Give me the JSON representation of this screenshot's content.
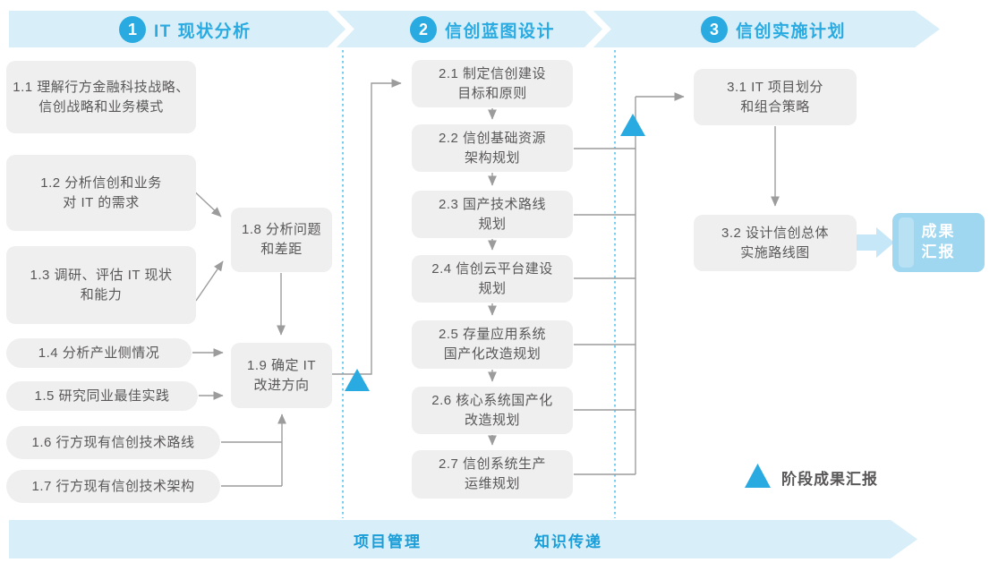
{
  "banners": [
    {
      "number": "1",
      "title": "IT 现状分析"
    },
    {
      "number": "2",
      "title": "信创蓝图设计"
    },
    {
      "number": "3",
      "title": "信创实施计划"
    }
  ],
  "boxes": {
    "b11": {
      "line1": "1.1 理解行方金融科技战略、",
      "line2": "信创战略和业务模式"
    },
    "b12": {
      "line1": "1.2 分析信创和业务",
      "line2": "对 IT 的需求"
    },
    "b13": {
      "line1": "1.3 调研、评估 IT 现状",
      "line2": "和能力"
    },
    "b14": {
      "line1": "1.4 分析产业侧情况"
    },
    "b15": {
      "line1": "1.5 研究同业最佳实践"
    },
    "b16": {
      "line1": "1.6 行方现有信创技术路线"
    },
    "b17": {
      "line1": "1.7 行方现有信创技术架构"
    },
    "b18": {
      "line1": "1.8 分析问题",
      "line2": "和差距"
    },
    "b19": {
      "line1": "1.9 确定 IT",
      "line2": "改进方向"
    },
    "b21": {
      "line1": "2.1 制定信创建设",
      "line2": "目标和原则"
    },
    "b22": {
      "line1": "2.2 信创基础资源",
      "line2": "架构规划"
    },
    "b23": {
      "line1": "2.3 国产技术路线",
      "line2": "规划"
    },
    "b24": {
      "line1": "2.4 信创云平台建设",
      "line2": "规划"
    },
    "b25": {
      "line1": "2.5 存量应用系统",
      "line2": "国产化改造规划"
    },
    "b26": {
      "line1": "2.6 核心系统国产化",
      "line2": "改造规划"
    },
    "b27": {
      "line1": "2.7 信创系统生产",
      "line2": "运维规划"
    },
    "b31": {
      "line1": "3.1 IT 项目划分",
      "line2": "和组合策略"
    },
    "b32": {
      "line1": "3.2 设计信创总体",
      "line2": "实施路线图"
    }
  },
  "result": {
    "line1": "成果",
    "line2": "汇报"
  },
  "legend": {
    "label": "阶段成果汇报"
  },
  "bottom": {
    "left_label": "项目管理",
    "right_label": "知识传递"
  },
  "colors": {
    "banner_bg": "#D8EEF9",
    "accent_blue": "#29ABE2",
    "dotted_line": "#53C3EE",
    "box_bg": "#EFEFEF",
    "box_text": "#595757",
    "connector_gray": "#9C9C9C",
    "result_box_bg": "#9FD6F0",
    "result_arrow": "#C5E7F8",
    "bottom_label_blue": "#1B9ED8"
  }
}
